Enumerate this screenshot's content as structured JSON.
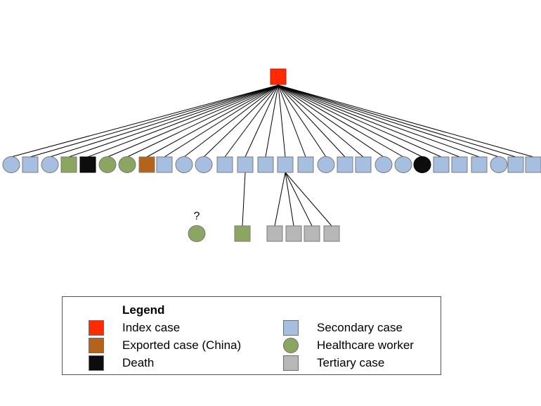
{
  "colors": {
    "index": "#ff2a00",
    "secondary": "#a6bfe0",
    "healthcare": "#8ba660",
    "exported": "#b5621a",
    "death": "#0d0d0d",
    "tertiary": "#b7b7b7",
    "stroke": "#6b7e98",
    "line": "#000000"
  },
  "tree": {
    "root": {
      "type": "index",
      "shape": "square"
    },
    "secondary": [
      {
        "type": "secondary",
        "shape": "circle"
      },
      {
        "type": "secondary",
        "shape": "square"
      },
      {
        "type": "secondary",
        "shape": "circle"
      },
      {
        "type": "healthcare",
        "shape": "square"
      },
      {
        "type": "death",
        "shape": "square"
      },
      {
        "type": "healthcare",
        "shape": "circle"
      },
      {
        "type": "healthcare",
        "shape": "circle"
      },
      {
        "type": "exported",
        "shape": "square"
      },
      {
        "type": "secondary",
        "shape": "square"
      },
      {
        "type": "secondary",
        "shape": "circle"
      },
      {
        "type": "secondary",
        "shape": "circle"
      },
      {
        "type": "secondary",
        "shape": "square"
      },
      {
        "type": "secondary",
        "shape": "square"
      },
      {
        "type": "secondary",
        "shape": "square"
      },
      {
        "type": "secondary",
        "shape": "square"
      },
      {
        "type": "secondary",
        "shape": "square"
      },
      {
        "type": "secondary",
        "shape": "circle"
      },
      {
        "type": "secondary",
        "shape": "square"
      },
      {
        "type": "secondary",
        "shape": "square"
      },
      {
        "type": "secondary",
        "shape": "circle"
      },
      {
        "type": "secondary",
        "shape": "circle"
      },
      {
        "type": "death",
        "shape": "circle"
      },
      {
        "type": "secondary",
        "shape": "square"
      },
      {
        "type": "secondary",
        "shape": "square"
      },
      {
        "type": "secondary",
        "shape": "square"
      },
      {
        "type": "secondary",
        "shape": "circle"
      },
      {
        "type": "secondary",
        "shape": "square"
      },
      {
        "type": "secondary",
        "shape": "square"
      }
    ],
    "orphan": {
      "type": "healthcare",
      "shape": "circle",
      "note": "?"
    },
    "tertiary_groups": [
      {
        "parent_index": 12,
        "children": [
          {
            "type": "healthcare",
            "shape": "square"
          }
        ]
      },
      {
        "parent_index": 14,
        "children": [
          {
            "type": "tertiary",
            "shape": "square"
          },
          {
            "type": "tertiary",
            "shape": "square"
          },
          {
            "type": "tertiary",
            "shape": "square"
          },
          {
            "type": "tertiary",
            "shape": "square"
          }
        ]
      }
    ]
  },
  "legend": {
    "title": "Legend",
    "items": [
      {
        "label": "Index case",
        "type": "index",
        "shape": "square",
        "icon": "red-square-icon"
      },
      {
        "label": "Exported case (China)",
        "type": "exported",
        "shape": "square",
        "icon": "brown-square-icon"
      },
      {
        "label": "Death",
        "type": "death",
        "shape": "square",
        "icon": "black-square-icon"
      },
      {
        "label": "Secondary case",
        "type": "secondary",
        "shape": "square",
        "icon": "blue-square-icon"
      },
      {
        "label": "Healthcare worker",
        "type": "healthcare",
        "shape": "circle",
        "icon": "green-circle-icon"
      },
      {
        "label": "Tertiary case",
        "type": "tertiary",
        "shape": "square",
        "icon": "gray-square-icon"
      }
    ]
  }
}
